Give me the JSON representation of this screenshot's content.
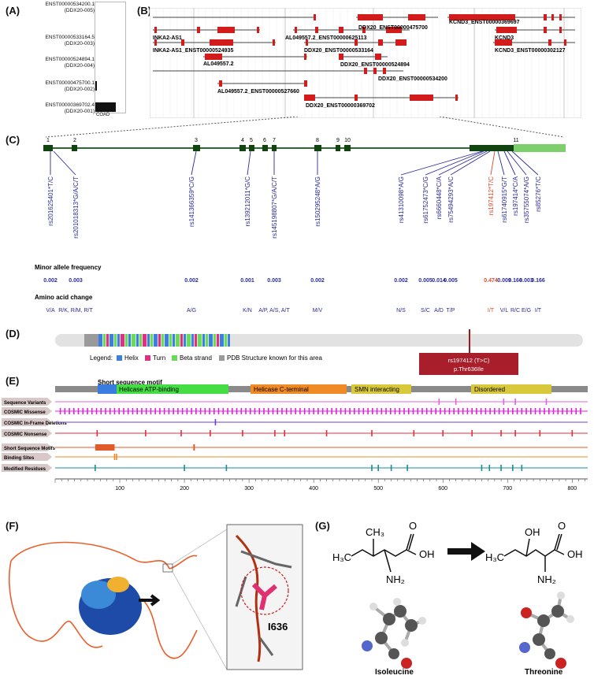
{
  "panel_labels": {
    "a": "(A)",
    "b": "(B)",
    "c": "(C)",
    "d": "(D)",
    "e": "(E)",
    "f": "(F)",
    "g": "(G)"
  },
  "panel_a": {
    "transcripts": [
      {
        "id": "ENST00000534200.1",
        "sub": "(DDX20-005)"
      },
      {
        "id": "ENST00000533164.5",
        "sub": "(DDX20-003)"
      },
      {
        "id": "ENST00000524894.1",
        "sub": "(DDX20-004)"
      },
      {
        "id": "ENST00000475700.1",
        "sub": "(DDX20-002)"
      },
      {
        "id": "ENST00000369702.4",
        "sub": "(DDX20-001)"
      }
    ],
    "tissue": "COAD"
  },
  "panel_b": {
    "labels": [
      "DDX20_ENST00000475700",
      "KCND3_ENST00000369697",
      "INKA2-AS1",
      "AL049557.2_ENST00000625113",
      "KCND3",
      "INKA2-AS1_ENST00000524935",
      "DDX20_ENST00000533164",
      "KCND3_ENST00000302127",
      "AL049557.2",
      "DDX20_ENST00000524894",
      "DDX20_ENST00000534200",
      "AL049557.2_ENST00000527660",
      "DDX20_ENST00000369702"
    ]
  },
  "panel_c": {
    "exon_numbers": [
      "1",
      "2",
      "3",
      "4",
      "5",
      "6",
      "7",
      "8",
      "9",
      "10",
      "11"
    ],
    "snps": [
      {
        "id": "rs201625401*T/C",
        "maf": "0.002",
        "aa": "V/A",
        "highlight": false
      },
      {
        "id": "rs201018313*G/A/C/T",
        "maf": "0.003",
        "aa": "R/K, R/M, R/T",
        "highlight": false
      },
      {
        "id": "rs141366359*C/G",
        "maf": "0.002",
        "aa": "A/G",
        "highlight": false
      },
      {
        "id": "rs139212011*G/C",
        "maf": "0.001",
        "aa": "K/N",
        "highlight": false
      },
      {
        "id": "rs145198807*G/A/C/T",
        "maf": "0.003",
        "aa": "A/P, A/S, A/T",
        "highlight": false
      },
      {
        "id": "rs150295248*A/G",
        "maf": "0.002",
        "aa": "M/V",
        "highlight": false
      },
      {
        "id": "rs41310098*A/G",
        "maf": "0.002",
        "aa": "N/S",
        "highlight": false
      },
      {
        "id": "rs61752473*C/G",
        "maf": "0.005",
        "aa": "S/C",
        "highlight": false
      },
      {
        "id": "rs6660448*C/A",
        "maf": "0.014",
        "aa": "A/D",
        "highlight": false
      },
      {
        "id": "rs75494293*A/C",
        "maf": "0.005",
        "aa": "T/P",
        "highlight": false
      },
      {
        "id": "rs197412*T/C",
        "maf": "0.474",
        "aa": "I/T",
        "highlight": true
      },
      {
        "id": "rs61740915*G/T",
        "maf": "0.009",
        "aa": "V/L",
        "highlight": false
      },
      {
        "id": "rs197414*C/A",
        "maf": "0.166",
        "aa": "R/C",
        "highlight": false
      },
      {
        "id": "rs35755074*A/G",
        "maf": "0.003",
        "aa": "E/G",
        "highlight": false
      },
      {
        "id": "rs85276*T/C",
        "maf": "0.166",
        "aa": "I/T",
        "highlight": false
      }
    ],
    "maf_title": "Minor allele frequency",
    "aa_title": "Amino acid change"
  },
  "panel_d": {
    "legend_title": "Legend:",
    "legend": [
      {
        "label": "Helix",
        "color": "#3b7fe0"
      },
      {
        "label": "Turn",
        "color": "#e0307f"
      },
      {
        "label": "Beta strand",
        "color": "#66dd55"
      },
      {
        "label": "PDB Structure known for this area",
        "color": "#9a9a9a"
      }
    ],
    "variant_line1": "rs197412 (T>C)",
    "variant_line2": "p.Thr636Ile"
  },
  "panel_e": {
    "domains": [
      {
        "label": "Short sequence motif",
        "color": "#3a7be0"
      },
      {
        "label": "Helicase ATP-binding",
        "color": "#44dd44"
      },
      {
        "label": "Helicase C-terminal",
        "color": "#f08a24"
      },
      {
        "label": "SMN interacting",
        "color": "#d8c83a"
      },
      {
        "label": "Disordered",
        "color": "#d8c83a"
      }
    ],
    "tracks": [
      {
        "label": "Sequence Variants",
        "color": "#e060e0"
      },
      {
        "label": "COSMIC Missense",
        "color": "#e020e0"
      },
      {
        "label": "COSMIC In-Frame Deletions",
        "color": "#6a3fd0"
      },
      {
        "label": "COSMIC Nonsense",
        "color": "#e03040"
      },
      {
        "label": "Short Sequence Motifs",
        "color": "#e05a2a"
      },
      {
        "label": "Binding Sites",
        "color": "#f08a24"
      },
      {
        "label": "Modified Residues",
        "color": "#1a8c9a"
      }
    ],
    "axis_ticks": [
      "100",
      "200",
      "300",
      "400",
      "500",
      "600",
      "700",
      "800"
    ]
  },
  "panel_f": {
    "residue_label": "I636"
  },
  "panel_g": {
    "left": {
      "name": "Isoleucine",
      "ch3": "CH₃",
      "h3c": "H₃C",
      "oh": "OH",
      "o": "O",
      "nh2": "NH₂"
    },
    "right": {
      "name": "Threonine",
      "oh_top": "OH",
      "h3c": "H₃C",
      "oh": "OH",
      "o": "O",
      "nh2": "NH₂"
    }
  }
}
